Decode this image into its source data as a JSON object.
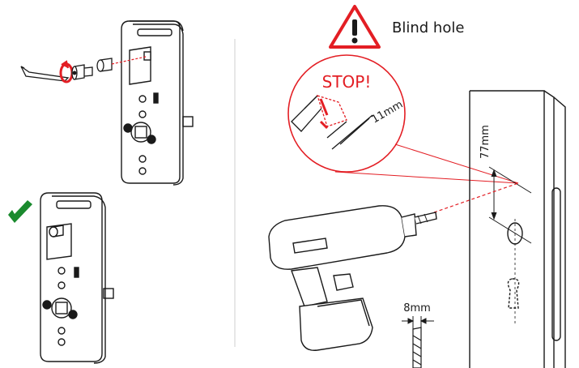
{
  "warning": {
    "label": "Blind hole",
    "icon": "warning-triangle-icon",
    "color": "#e31e24"
  },
  "callout": {
    "label": "STOP!",
    "color": "#e31e24"
  },
  "dimensions": {
    "drill_depth": "11mm",
    "hole_offset": "77mm",
    "drill_bit_diameter": "8mm"
  },
  "check": {
    "icon": "checkmark-icon",
    "color": "#1a8a2e"
  },
  "colors": {
    "line": "#1a1a1a",
    "accent": "#e31e24",
    "ok": "#1a8a2e"
  }
}
